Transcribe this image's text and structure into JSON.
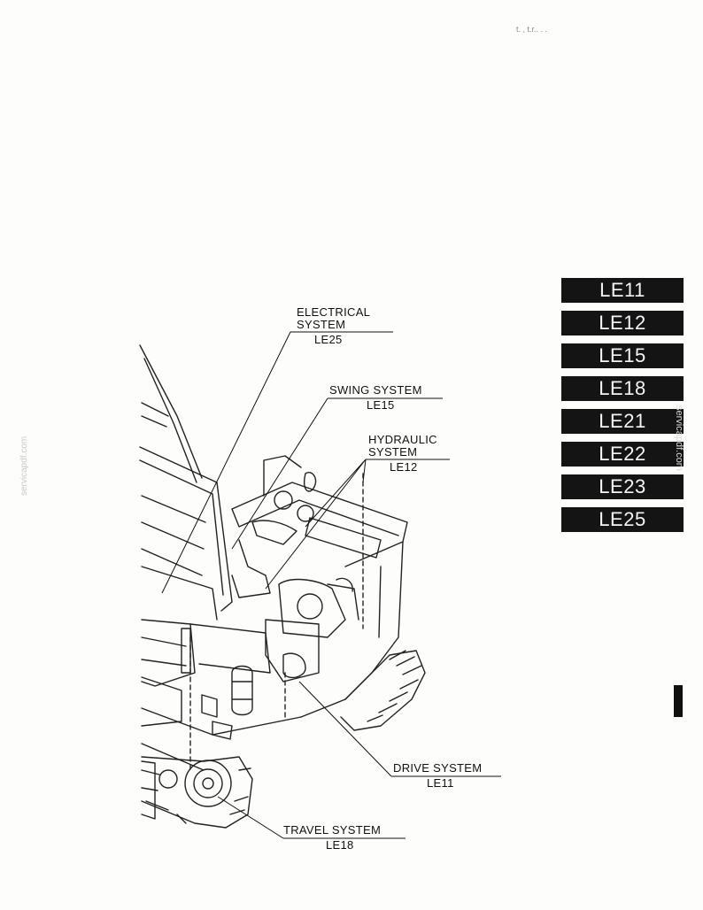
{
  "header_specks": "t. , t.r.. . .",
  "tabs": [
    {
      "label": "LE11"
    },
    {
      "label": "LE12"
    },
    {
      "label": "LE15"
    },
    {
      "label": "LE18"
    },
    {
      "label": "LE21"
    },
    {
      "label": "LE22"
    },
    {
      "label": "LE23"
    },
    {
      "label": "LE25"
    }
  ],
  "watermark": {
    "left": "servicapdf.com",
    "right": "servicapdf.com"
  },
  "callouts": {
    "electrical": {
      "line1": "ELECTRICAL",
      "line2": "SYSTEM",
      "code": "LE25"
    },
    "swing": {
      "name": "SWING SYSTEM",
      "code": "LE15"
    },
    "hydraulic": {
      "line1": "HYDRAULIC",
      "line2": "SYSTEM",
      "code": "LE12"
    },
    "drive": {
      "name": "DRIVE SYSTEM",
      "code": "LE11"
    },
    "travel": {
      "name": "TRAVEL SYSTEM",
      "code": "LE18"
    }
  }
}
